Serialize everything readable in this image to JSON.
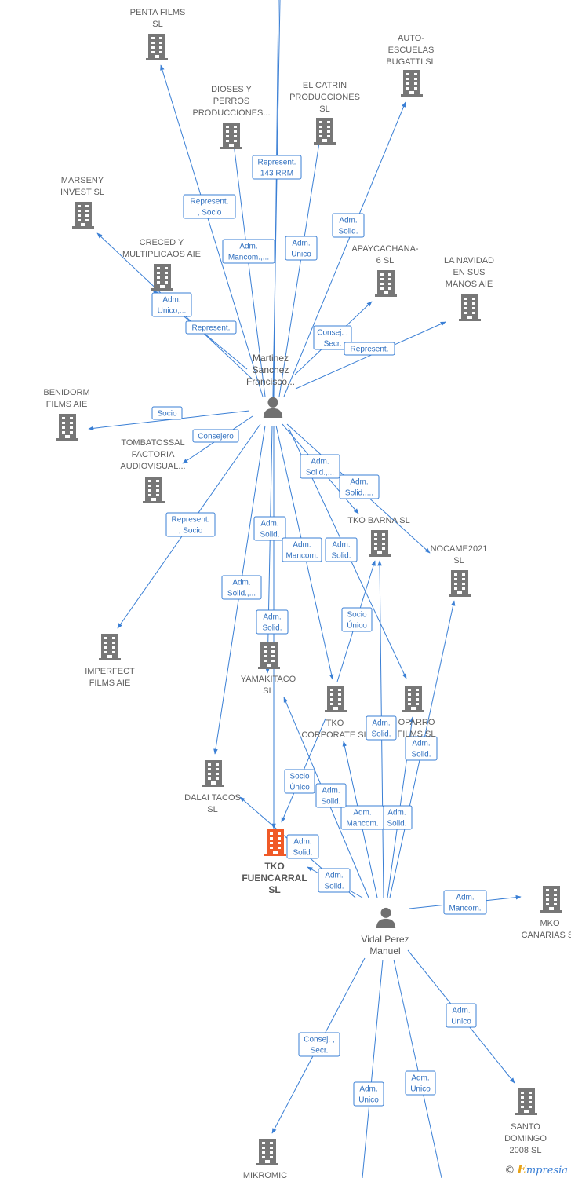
{
  "colors": {
    "edge": "#3a7fd5",
    "building": "#777777",
    "building_focus": "#f05a28",
    "person": "#707070",
    "label": "#5f5f5f",
    "edge_label_text": "#2f6fbf"
  },
  "brand": {
    "copyright": "©",
    "name_initial": "E",
    "name_rest": "mpresia"
  },
  "nodes": [
    {
      "id": "penta",
      "type": "company",
      "label": [
        "PENTA FILMS",
        "SL"
      ]
    },
    {
      "id": "autoescuelas",
      "type": "company",
      "label": [
        "AUTO-",
        "ESCUELAS",
        "BUGATTI SL"
      ]
    },
    {
      "id": "dioses",
      "type": "company",
      "label": [
        "DIOSES Y",
        "PERROS",
        "PRODUCCIONES..."
      ]
    },
    {
      "id": "catrin",
      "type": "company",
      "label": [
        "EL CATRIN",
        "PRODUCCIONES",
        "SL"
      ]
    },
    {
      "id": "marseny",
      "type": "company",
      "label": [
        "MARSENY",
        "INVEST  SL"
      ]
    },
    {
      "id": "creced",
      "type": "company",
      "label": [
        "CRECED Y",
        "MULTIPLICAOS AIE"
      ]
    },
    {
      "id": "apaycachana",
      "type": "company",
      "label": [
        "APAYCACHANA-",
        "6 SL"
      ]
    },
    {
      "id": "navidad",
      "type": "company",
      "label": [
        "LA NAVIDAD",
        "EN SUS",
        "MANOS AIE"
      ]
    },
    {
      "id": "benidorm",
      "type": "company",
      "label": [
        "BENIDORM",
        "FILMS AIE"
      ]
    },
    {
      "id": "tombatossal",
      "type": "company",
      "label": [
        "TOMBATOSSAL",
        "FACTORIA",
        "AUDIOVISUAL..."
      ]
    },
    {
      "id": "tkobarna",
      "type": "company",
      "label": [
        "TKO BARNA  SL"
      ]
    },
    {
      "id": "nocame",
      "type": "company",
      "label": [
        "NOCAME2021",
        "SL"
      ]
    },
    {
      "id": "imperfect",
      "type": "company",
      "label": [
        "IMPERFECT",
        "FILMS AIE"
      ]
    },
    {
      "id": "yamakitaco",
      "type": "company",
      "label": [
        "YAMAKITACO",
        "SL"
      ]
    },
    {
      "id": "tkocorp",
      "type": "company",
      "label": [
        "TKO",
        "CORPORATE  SL"
      ]
    },
    {
      "id": "oparro",
      "type": "company",
      "label": [
        "OPARRO",
        "FILMS  SL"
      ]
    },
    {
      "id": "dalai",
      "type": "company",
      "label": [
        "DALAI TACOS",
        "SL"
      ]
    },
    {
      "id": "tkofuencarral",
      "type": "company_focus",
      "label": [
        "TKO",
        "FUENCARRAL",
        "SL"
      ]
    },
    {
      "id": "mko",
      "type": "company",
      "label": [
        "MKO",
        "CANARIAS  SL"
      ]
    },
    {
      "id": "santo",
      "type": "company",
      "label": [
        "SANTO",
        "DOMINGO",
        "2008  SL"
      ]
    },
    {
      "id": "mikromic",
      "type": "company",
      "label": [
        "MIKROMIC"
      ]
    },
    {
      "id": "martinez",
      "type": "person",
      "label": [
        "Martinez",
        "Sanchez",
        "Francisco..."
      ]
    },
    {
      "id": "vidal",
      "type": "person",
      "label": [
        "Vidal Perez",
        "Manuel"
      ]
    }
  ],
  "edges": [
    {
      "id": "e-top",
      "label": []
    },
    {
      "id": "e-penta",
      "label": [
        "Represent.",
        ", Socio"
      ]
    },
    {
      "id": "e-dioses",
      "label": [
        "Adm.",
        "Mancom.,..."
      ]
    },
    {
      "id": "e-rrm",
      "label": [
        "Represent.",
        "143 RRM"
      ]
    },
    {
      "id": "e-catrin",
      "label": [
        "Adm.",
        "Unico"
      ]
    },
    {
      "id": "e-auto",
      "label": [
        "Adm.",
        "Solid."
      ]
    },
    {
      "id": "e-creced",
      "label": [
        "Adm.",
        "Unico,..."
      ]
    },
    {
      "id": "e-marseny",
      "label": [
        "Represent."
      ]
    },
    {
      "id": "e-apay",
      "label": [
        "Consej. ,",
        "Secr."
      ]
    },
    {
      "id": "e-navidad",
      "label": [
        "Represent."
      ]
    },
    {
      "id": "e-benidorm",
      "label": [
        "Socio"
      ]
    },
    {
      "id": "e-tomba",
      "label": [
        "Consejero"
      ]
    },
    {
      "id": "e-imperfect",
      "label": [
        "Represent.",
        ", Socio"
      ]
    },
    {
      "id": "e-m-tkobarna",
      "label": [
        "Adm.",
        "Solid.,..."
      ]
    },
    {
      "id": "e-m-nocame",
      "label": [
        "Adm.",
        "Solid.,..."
      ]
    },
    {
      "id": "e-m-yamakitaco",
      "label": [
        "Adm.",
        "Solid."
      ]
    },
    {
      "id": "e-m-tkocorp",
      "label": [
        "Adm.",
        "Mancom."
      ]
    },
    {
      "id": "e-m-oparro",
      "label": [
        "Adm.",
        "Solid."
      ]
    },
    {
      "id": "e-m-dalai",
      "label": [
        "Adm.",
        "Solid.,..."
      ]
    },
    {
      "id": "e-m-fuencarral",
      "label": [
        "Adm.",
        "Solid."
      ]
    },
    {
      "id": "e-corp-barna",
      "label": [
        "Socio",
        "Único"
      ]
    },
    {
      "id": "e-corp-fuencarral",
      "label": [
        "Socio",
        "Único"
      ]
    },
    {
      "id": "e-v-tkobarna",
      "label": [
        "Adm.",
        "Solid."
      ]
    },
    {
      "id": "e-v-nocame",
      "label": [
        "Adm.",
        "Solid."
      ]
    },
    {
      "id": "e-v-yamakitaco",
      "label": [
        "Adm.",
        "Solid."
      ]
    },
    {
      "id": "e-v-tkocorp",
      "label": [
        "Adm.",
        "Mancom."
      ]
    },
    {
      "id": "e-v-oparro",
      "label": [
        "Adm.",
        "Solid."
      ]
    },
    {
      "id": "e-v-dalai",
      "label": [
        "Adm.",
        "Solid."
      ]
    },
    {
      "id": "e-v-fuencarral",
      "label": [
        "Adm.",
        "Solid."
      ]
    },
    {
      "id": "e-v-mko",
      "label": [
        "Adm.",
        "Mancom."
      ]
    },
    {
      "id": "e-v-santo",
      "label": [
        "Adm.",
        "Unico"
      ]
    },
    {
      "id": "e-v-mikromic",
      "label": [
        "Consej. ,",
        "Secr."
      ]
    },
    {
      "id": "e-v-down1",
      "label": [
        "Adm.",
        "Unico"
      ]
    },
    {
      "id": "e-v-down2",
      "label": [
        "Adm.",
        "Unico"
      ]
    }
  ]
}
